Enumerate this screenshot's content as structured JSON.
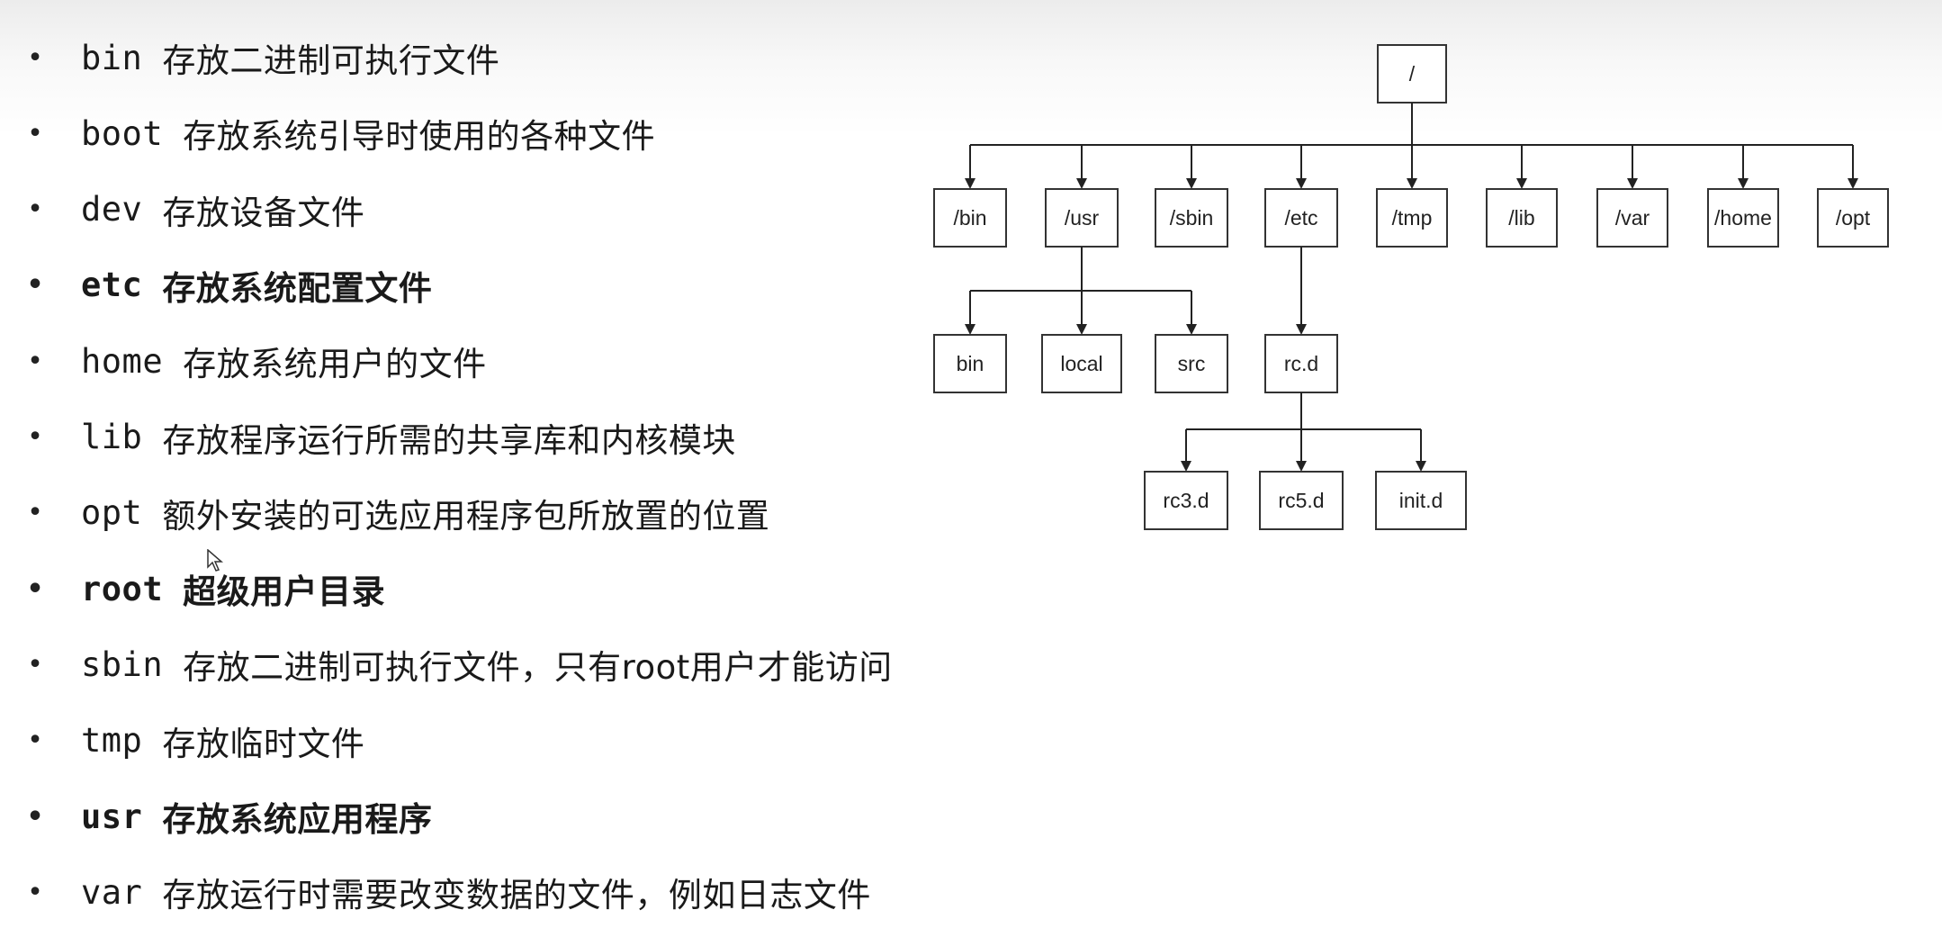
{
  "directories": [
    {
      "name": "bin",
      "desc": "存放二进制可执行文件",
      "bold": false
    },
    {
      "name": "boot",
      "desc": "存放系统引导时使用的各种文件",
      "bold": false
    },
    {
      "name": "dev",
      "desc": "存放设备文件",
      "bold": false
    },
    {
      "name": "etc",
      "desc": "存放系统配置文件",
      "bold": true
    },
    {
      "name": "home",
      "desc": "存放系统用户的文件",
      "bold": false
    },
    {
      "name": "lib",
      "desc": "存放程序运行所需的共享库和内核模块",
      "bold": false
    },
    {
      "name": "opt",
      "desc": "额外安装的可选应用程序包所放置的位置",
      "bold": false
    },
    {
      "name": "root",
      "desc": "超级用户目录",
      "bold": true
    },
    {
      "name": "sbin",
      "desc": "存放二进制可执行文件，只有root用户才能访问",
      "bold": false
    },
    {
      "name": "tmp",
      "desc": "存放临时文件",
      "bold": false
    },
    {
      "name": "usr",
      "desc": "存放系统应用程序",
      "bold": true
    },
    {
      "name": "var",
      "desc": "存放运行时需要改变数据的文件，例如日志文件",
      "bold": false
    }
  ],
  "bullet": "•",
  "tree": {
    "root": "/",
    "level1": [
      "/bin",
      "/usr",
      "/sbin",
      "/etc",
      "/tmp",
      "/lib",
      "/var",
      "/home",
      "/opt"
    ],
    "usr_children": [
      "bin",
      "local",
      "src"
    ],
    "etc_children": [
      "rc.d"
    ],
    "rcd_children": [
      "rc3.d",
      "rc5.d",
      "init.d"
    ]
  }
}
